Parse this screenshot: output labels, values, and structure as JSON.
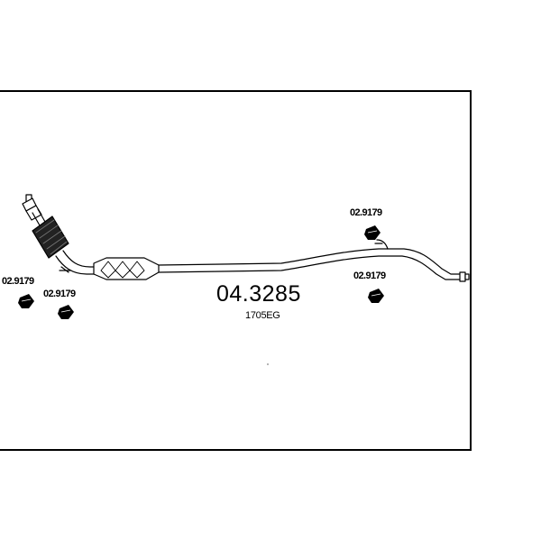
{
  "part": {
    "number": "04.3285",
    "reference": "1705EG"
  },
  "rubber_mounts": [
    {
      "label": "02.9179"
    },
    {
      "label": "02.9179"
    },
    {
      "label": "02.9179"
    },
    {
      "label": "02.9179"
    }
  ],
  "colors": {
    "line": "#000000",
    "background": "#ffffff"
  }
}
